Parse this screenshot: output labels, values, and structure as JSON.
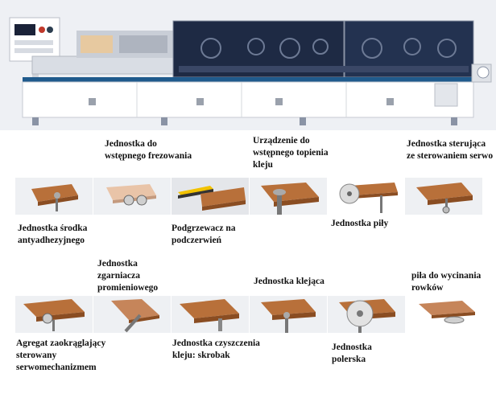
{
  "row1": {
    "labels_above": [
      "Jednostka do wstępnego frezowania",
      "Urządzenie do wstępnego topienia kleju",
      "Jednostka sterująca ze sterowaniem serwo"
    ],
    "labels_below": [
      "Jednostka środka antyadhezyjnego",
      "Podgrzewacz na podczerwień",
      "Jednostka piły"
    ]
  },
  "row2": {
    "labels_above": [
      "Jednostka zgarniacza promieniowego",
      "Jednostka klejąca",
      "piła do wycinania rowków"
    ],
    "labels_below": [
      "Agregat zaokrąglający sterowany serwomechanizmem",
      "Jednostka czyszczenia kleju: skrobak",
      "Jednostka polerska"
    ]
  },
  "icons": {
    "machine": "edge-banding-machine-image",
    "units": [
      "anti-adhesive-unit-image",
      "pre-milling-unit-image",
      "infrared-heater-image",
      "glue-premelter-image",
      "saw-unit-image",
      "servo-control-unit-image",
      "servo-rounding-unit-image",
      "radius-scraper-image",
      "glue-scraper-image",
      "gluing-unit-image",
      "polishing-unit-image",
      "grooving-saw-image"
    ]
  },
  "colors": {
    "wood": "#b8703a",
    "wood_dark": "#8a4d22",
    "machine_blue": "#1e2a44",
    "machine_body": "#f4f5f7"
  }
}
